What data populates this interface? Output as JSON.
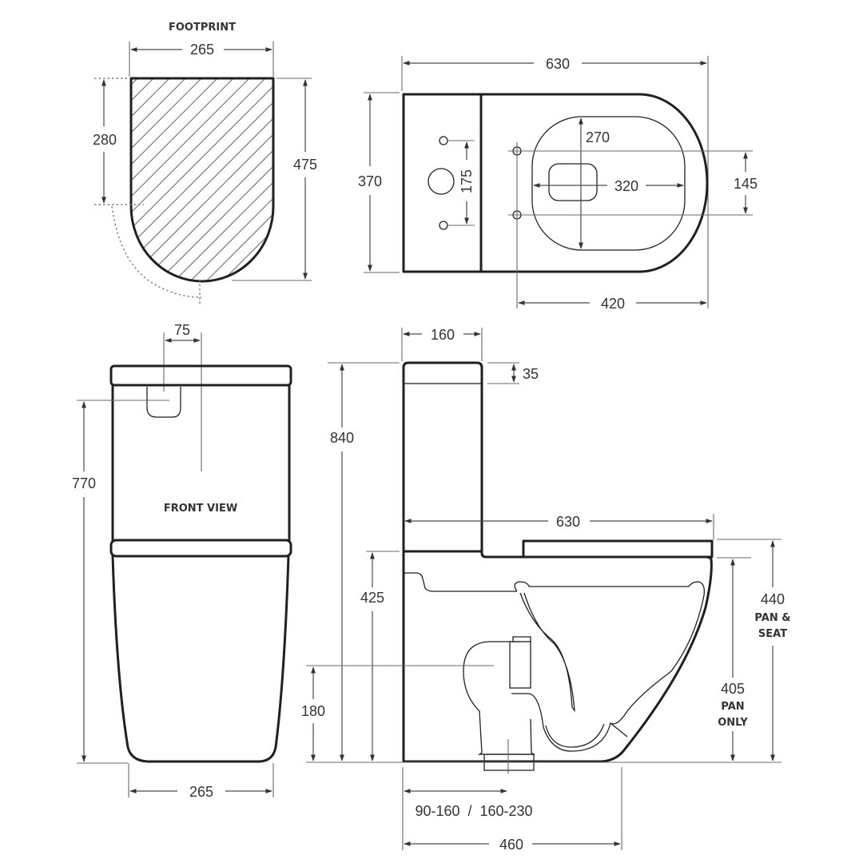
{
  "footprint": {
    "title": "FOOTPRINT",
    "width": "265",
    "depth_straight": "280",
    "depth_total": "475"
  },
  "plan_view": {
    "overall_length": "630",
    "width": "370",
    "cistern_hole_spacing": "175",
    "seat_opening_depth": "270",
    "seat_opening_length": "320",
    "seat_fixing_spacing": "145",
    "fixing_to_front": "420"
  },
  "front_view": {
    "title": "FRONT VIEW",
    "button_offset": "75",
    "button_height": "770",
    "base_width": "265"
  },
  "side_view": {
    "cistern_depth": "160",
    "lid_height": "35",
    "overall_height": "840",
    "overall_length": "630",
    "pan_top_height": "425",
    "waste_height": "180",
    "pan_seat_height": "440",
    "pan_seat_label_1": "PAN &",
    "pan_seat_label_2": "SEAT",
    "pan_only_height": "405",
    "pan_only_label_1": "PAN",
    "pan_only_label_2": "ONLY",
    "setout_range": "90-160  /  160-230",
    "base_length": "460"
  },
  "colors": {
    "outline": "#231f20",
    "dimension": "#4a4a4a",
    "background": "#ffffff"
  }
}
